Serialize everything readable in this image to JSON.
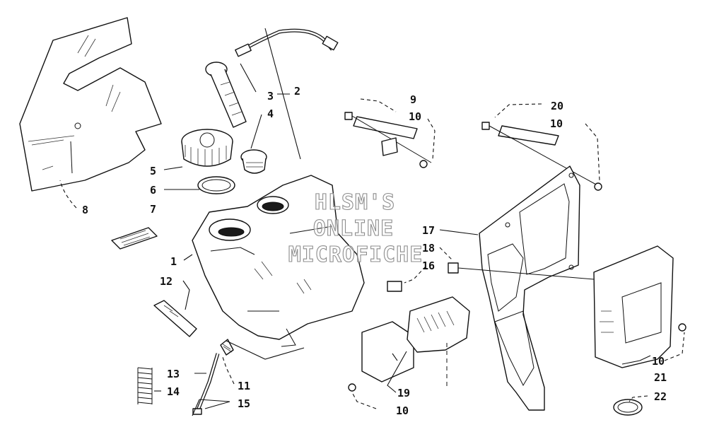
{
  "watermark": {
    "line1": "HLSM'S",
    "line2": "ONLINE",
    "line3": "MICROFICHE"
  },
  "callouts": {
    "c1": "1",
    "c2": "2",
    "c3": "3",
    "c4": "4",
    "c5": "5",
    "c6": "6",
    "c7": "7",
    "c8": "8",
    "c9": "9",
    "c10a": "10",
    "c10b": "10",
    "c10c": "10",
    "c10d": "10",
    "c11": "11",
    "c12": "12",
    "c13": "13",
    "c14": "14",
    "c15": "15",
    "c16": "16",
    "c17": "17",
    "c18": "18",
    "c19": "19",
    "c20": "20",
    "c21": "21",
    "c22": "22"
  }
}
